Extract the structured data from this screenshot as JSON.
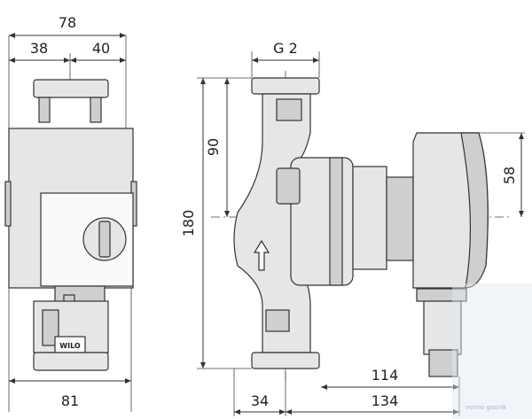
{
  "dimensions": {
    "front_total_width": "78",
    "front_left_width": "38",
    "front_right_width": "40",
    "front_bottom_width": "81",
    "connection_thread": "G 2",
    "height_to_axis": "90",
    "total_height": "180",
    "motor_height_to_axis": "58",
    "flange_to_axis": "34",
    "axis_to_back": "114",
    "total_length": "134"
  },
  "brand_label": "WILO",
  "watermark": "venno gasnik"
}
